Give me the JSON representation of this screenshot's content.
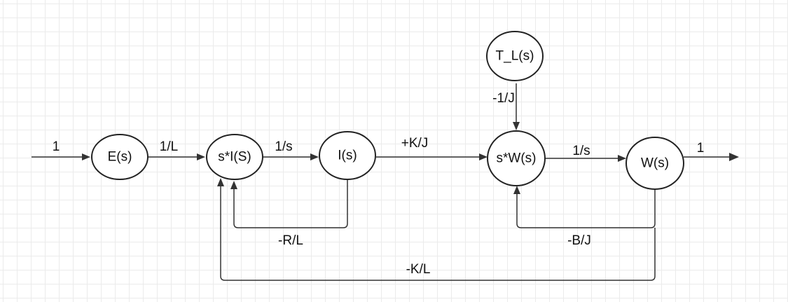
{
  "nodes": {
    "e": "E(s)",
    "si": "s*I(S)",
    "i": "I(s)",
    "tl": "T_L(s)",
    "sw": "s*W(s)",
    "w": "W(s)"
  },
  "gains": {
    "input": "1",
    "e_to_si": "1/L",
    "si_to_i": "1/s",
    "i_to_sw": "+K/J",
    "tl_to_sw": "-1/J",
    "sw_to_w": "1/s",
    "output": "1",
    "i_feedback": "-R/L",
    "w_feedback": "-B/J",
    "w_to_si": "-K/L"
  }
}
